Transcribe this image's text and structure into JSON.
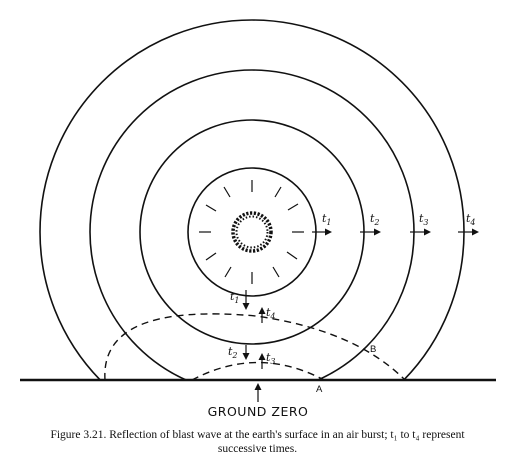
{
  "labels": {
    "t1": "t",
    "t1_sub": "1",
    "t2": "t",
    "t2_sub": "2",
    "t3": "t",
    "t3_sub": "3",
    "t4": "t",
    "t4_sub": "4",
    "point_a": "A",
    "point_b": "B",
    "ground_zero": "GROUND ZERO"
  },
  "caption": {
    "line1": "Figure 3.21.  Reflection of blast wave at the earth's surface in an air burst; t₁ to t₄ represent",
    "line2": "successive times."
  }
}
